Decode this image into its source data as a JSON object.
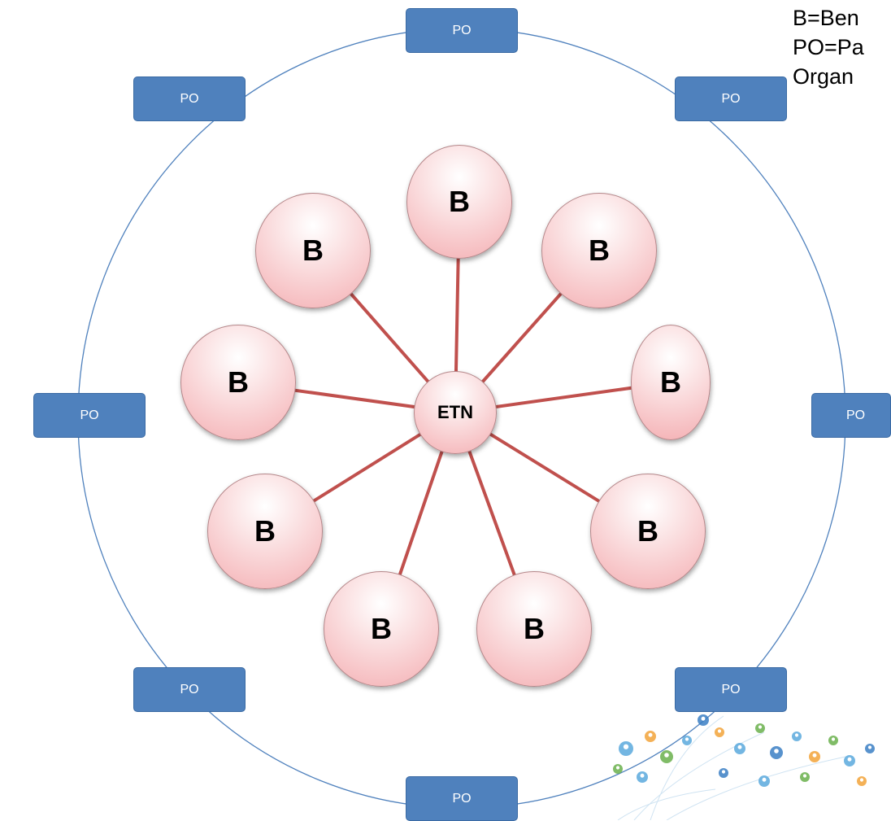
{
  "diagram": {
    "hub_label": "ETN",
    "beneficiary_label": "B",
    "partner_label": "PO",
    "beneficiary_count": 9,
    "partner_count": 8,
    "colors": {
      "hub_fill": "#f4aeb2",
      "spoke": "#c0504d",
      "ring": "#4f81bd",
      "partner_box": "#4f81bd",
      "partner_text": "#ffffff"
    }
  },
  "legend": {
    "line1": "B=Ben",
    "line2": "PO=Pa",
    "line3": "Organ"
  }
}
